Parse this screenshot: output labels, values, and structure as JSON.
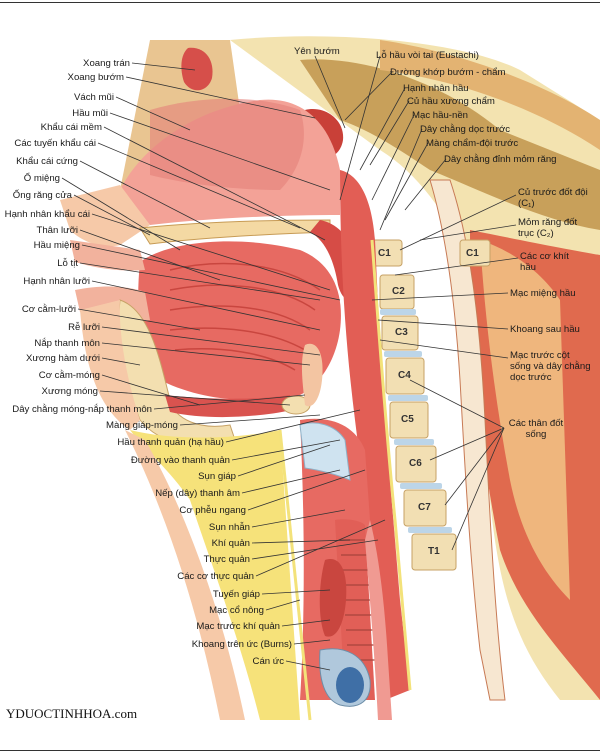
{
  "labels_left": [
    {
      "id": "xoang-tran",
      "text": "Xoang trán"
    },
    {
      "id": "xoang-buom",
      "text": "Xoang bướm"
    },
    {
      "id": "vach-mui",
      "text": "Vách mũi"
    },
    {
      "id": "hau-mui",
      "text": "Hầu mũi"
    },
    {
      "id": "khau-cai-mem",
      "text": "Khẩu cái mềm"
    },
    {
      "id": "tuyen-khau-cai",
      "text": "Các tuyến khẩu cái"
    },
    {
      "id": "khau-cai-cung",
      "text": "Khẩu cái cứng"
    },
    {
      "id": "o-mieng",
      "text": "Ổ miệng"
    },
    {
      "id": "ong-rang-cua",
      "text": "Ống răng cửa"
    },
    {
      "id": "hanh-nhan-khau-cai",
      "text": "Hạnh nhân khẩu cái"
    },
    {
      "id": "than-luoi",
      "text": "Thân lưỡi"
    },
    {
      "id": "hau-mieng",
      "text": "Hầu miệng"
    },
    {
      "id": "lo-tit",
      "text": "Lỗ tịt"
    },
    {
      "id": "hanh-nhan-luoi",
      "text": "Hạnh nhân lưỡi"
    },
    {
      "id": "co-cam-luoi",
      "text": "Cơ cằm-lưỡi"
    },
    {
      "id": "re-luoi",
      "text": "Rễ lưỡi"
    },
    {
      "id": "nap-thanh-mon",
      "text": "Nắp thanh môn"
    },
    {
      "id": "xuong-ham-duoi",
      "text": "Xương hàm dưới"
    },
    {
      "id": "co-cam-mong",
      "text": "Cơ cằm-móng"
    },
    {
      "id": "xuong-mong",
      "text": "Xương móng"
    },
    {
      "id": "day-chang-mong-nap",
      "text": "Dây chằng móng-nắp thanh môn"
    },
    {
      "id": "mang-giap-mong",
      "text": "Màng giáp-móng"
    },
    {
      "id": "hau-thanh-quan",
      "text": "Hầu thanh quản (hạ hầu)"
    },
    {
      "id": "duong-vao-thanh-quan",
      "text": "Đường vào thanh quản"
    },
    {
      "id": "sun-giap",
      "text": "Sụn giáp"
    },
    {
      "id": "nep-thanh-am",
      "text": "Nếp (dây) thanh âm"
    },
    {
      "id": "co-pheu-ngang",
      "text": "Cơ phễu ngang"
    },
    {
      "id": "sun-nhan",
      "text": "Sụn nhẫn"
    },
    {
      "id": "khi-quan",
      "text": "Khí quản"
    },
    {
      "id": "thuc-quan",
      "text": "Thực quản"
    },
    {
      "id": "co-thuc-quan",
      "text": "Các cơ thực quản"
    },
    {
      "id": "tuyen-giap",
      "text": "Tuyến giáp"
    },
    {
      "id": "mac-co-nong",
      "text": "Mạc cổ nông"
    },
    {
      "id": "mac-truoc-khi-quan",
      "text": "Mạc trước khí quản"
    },
    {
      "id": "khoang-tren-uc",
      "text": "Khoang trên ức (Burns)"
    },
    {
      "id": "can-uc",
      "text": "Cán ức"
    }
  ],
  "labels_top": [
    {
      "id": "yen-buom",
      "text": "Yên bướm"
    },
    {
      "id": "lo-hau-voi-tai",
      "text": "Lỗ hầu vòi tai (Eustachi)"
    },
    {
      "id": "duong-khop",
      "text": "Đường khớp bướm - chẩm"
    },
    {
      "id": "hanh-nhan-hau",
      "text": "Hạnh nhân hầu"
    },
    {
      "id": "cu-hau",
      "text": "Củ hầu xương chẩm"
    },
    {
      "id": "mac-hau-nen",
      "text": "Mạc hầu-nền"
    },
    {
      "id": "day-chang-doc",
      "text": "Dây chằng dọc trước"
    },
    {
      "id": "mang-cham",
      "text": "Màng chẩm-đội trước"
    },
    {
      "id": "day-chang-dinh",
      "text": "Dây chằng đỉnh mỏm răng"
    }
  ],
  "labels_right": [
    {
      "id": "cu-truoc",
      "text": "Củ trước đốt đội (C₁)"
    },
    {
      "id": "mom-rang",
      "text": "Mỏm răng đốt trục (C₂)"
    },
    {
      "id": "co-khit-hau",
      "text": "Các cơ khít hầu"
    },
    {
      "id": "mac-mieng-hau",
      "text": "Mạc miệng hầu"
    },
    {
      "id": "khoang-sau-hau",
      "text": "Khoang sau hầu"
    },
    {
      "id": "mac-truoc-cot-song",
      "text": "Mạc trước cột sống và dây chằng dọc trước"
    },
    {
      "id": "cac-than-dot-song",
      "text": "Các thân đốt sống"
    }
  ],
  "vertebrae": [
    "C1",
    "C1",
    "C2",
    "C3",
    "C4",
    "C5",
    "C6",
    "C7",
    "T1"
  ],
  "footer": "YDUOCTINHHOA.com",
  "colors": {
    "muscle": "#d9534f",
    "mucosa": "#f2a7a0",
    "bone": "#f3dfb0",
    "fat": "#f6e27a",
    "fascia": "#f9f0c0",
    "skin": "#f6c9a8",
    "cartilage": "#cfe3f0",
    "nerve": "#f4e04d"
  }
}
